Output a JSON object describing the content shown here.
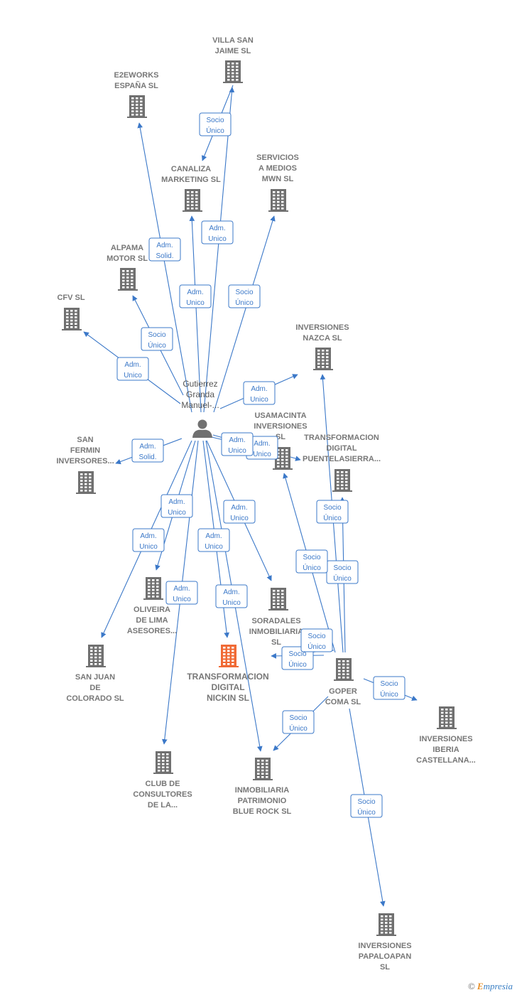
{
  "person": {
    "lines": [
      "Gutierrez",
      "Granda",
      "Manuel-..."
    ]
  },
  "companies": [
    {
      "id": "villa",
      "lines": [
        "VILLA SAN",
        "JAIME SL"
      ]
    },
    {
      "id": "e2e",
      "lines": [
        "E2EWORKS",
        "ESPAÑA  SL"
      ]
    },
    {
      "id": "canaliza",
      "lines": [
        "CANALIZA",
        "MARKETING SL"
      ]
    },
    {
      "id": "servicios",
      "lines": [
        "SERVICIOS",
        "A MEDIOS",
        "MWN  SL"
      ]
    },
    {
      "id": "alpama",
      "lines": [
        "ALPAMA",
        "MOTOR SL"
      ]
    },
    {
      "id": "cfv",
      "lines": [
        "CFV SL"
      ]
    },
    {
      "id": "nazca",
      "lines": [
        "INVERSIONES",
        "NAZCA  SL"
      ]
    },
    {
      "id": "usamacinta",
      "lines": [
        "USAMACINTA",
        "INVERSIONES",
        "SL"
      ]
    },
    {
      "id": "tpuente",
      "lines": [
        "TRANSFORMACION",
        "DIGITAL",
        "PUENTELASIERRA..."
      ]
    },
    {
      "id": "sanfermin",
      "lines": [
        "SAN",
        "FERMIN",
        "INVERSORES..."
      ]
    },
    {
      "id": "oliveira",
      "lines": [
        "OLIVEIRA",
        "DE LIMA",
        "ASESORES..."
      ]
    },
    {
      "id": "soradales",
      "lines": [
        "SORADALES",
        "INMOBILIARIA",
        "SL"
      ]
    },
    {
      "id": "sanjuan",
      "lines": [
        "SAN JUAN",
        "DE",
        "COLORADO  SL"
      ]
    },
    {
      "id": "nickin",
      "lines": [
        "TRANSFORMACION",
        "DIGITAL",
        "NICKIN  SL"
      ],
      "focus": true
    },
    {
      "id": "goper",
      "lines": [
        "GOPER",
        "COMA  SL"
      ]
    },
    {
      "id": "iberia",
      "lines": [
        "INVERSIONES",
        "IBERIA",
        "CASTELLANA..."
      ]
    },
    {
      "id": "club",
      "lines": [
        "CLUB DE",
        "CONSULTORES",
        "DE LA..."
      ]
    },
    {
      "id": "blue",
      "lines": [
        "INMOBILIARIA",
        "PATRIMONIO",
        "BLUE ROCK  SL"
      ]
    },
    {
      "id": "papaloapan",
      "lines": [
        "INVERSIONES",
        "PAPALOAPAN",
        "SL"
      ]
    }
  ],
  "relations": [
    {
      "from": "person",
      "to": "villa",
      "lines": [
        "Adm.",
        "Unico"
      ]
    },
    {
      "from": "villa",
      "to": "canaliza",
      "lines": [
        "Socio",
        "Único"
      ]
    },
    {
      "from": "person",
      "to": "e2e",
      "lines": [
        "Adm.",
        "Solid."
      ]
    },
    {
      "from": "person",
      "to": "canaliza",
      "lines": [
        "Adm.",
        "Unico"
      ]
    },
    {
      "from": "person",
      "to": "servicios",
      "lines": [
        "Socio",
        "Único"
      ]
    },
    {
      "from": "person",
      "to": "alpama",
      "lines": [
        "Socio",
        "Único"
      ]
    },
    {
      "from": "person",
      "to": "cfv",
      "lines": [
        "Adm.",
        "Unico"
      ]
    },
    {
      "from": "person",
      "to": "nazca",
      "lines": [
        "Adm.",
        "Unico"
      ]
    },
    {
      "from": "person",
      "to": "usamacinta",
      "lines": [
        "Adm.",
        "Unico"
      ]
    },
    {
      "from": "person",
      "to": "tpuente",
      "lines": [
        "Adm.",
        "Unico"
      ]
    },
    {
      "from": "person",
      "to": "sanfermin",
      "lines": [
        "Adm.",
        "Solid."
      ]
    },
    {
      "from": "person",
      "to": "oliveira",
      "lines": [
        "Adm.",
        "Unico"
      ]
    },
    {
      "from": "person",
      "to": "soradales",
      "lines": [
        "Adm.",
        "Unico"
      ]
    },
    {
      "from": "person",
      "to": "sanjuan",
      "lines": [
        "Adm.",
        "Unico"
      ]
    },
    {
      "from": "person",
      "to": "nickin",
      "lines": [
        "Adm.",
        "Unico"
      ]
    },
    {
      "from": "person",
      "to": "club",
      "lines": [
        "Adm.",
        "Unico"
      ]
    },
    {
      "from": "person",
      "to": "blue",
      "lines": [
        "Adm.",
        "Unico"
      ]
    },
    {
      "from": "goper",
      "to": "nickin",
      "lines": [
        "Socio",
        "Único"
      ]
    },
    {
      "from": "goper",
      "to": "nazca",
      "lines": [
        "Socio",
        "Único"
      ]
    },
    {
      "from": "goper",
      "to": "tpuente",
      "lines": [
        "Socio",
        "Único"
      ]
    },
    {
      "from": "goper",
      "to": "usamacinta",
      "lines": [
        "Socio",
        "Único"
      ]
    },
    {
      "from": "goper",
      "to": "soradales",
      "lines": [
        "Socio",
        "Único"
      ]
    },
    {
      "from": "goper",
      "to": "soradales",
      "lines": [
        "Socio",
        "Único"
      ]
    },
    {
      "from": "goper",
      "to": "iberia",
      "lines": [
        "Socio",
        "Único"
      ]
    },
    {
      "from": "goper",
      "to": "blue",
      "lines": [
        "Socio",
        "Único"
      ]
    },
    {
      "from": "goper",
      "to": "papaloapan",
      "lines": [
        "Socio",
        "Único"
      ]
    }
  ],
  "footer": {
    "symbol": "©",
    "brand_initial": "E",
    "brand_rest": "mpresia"
  },
  "colors": {
    "edge": "#3b78c8",
    "building": "#707070",
    "focus": "#f06a35",
    "person": "#707070"
  }
}
